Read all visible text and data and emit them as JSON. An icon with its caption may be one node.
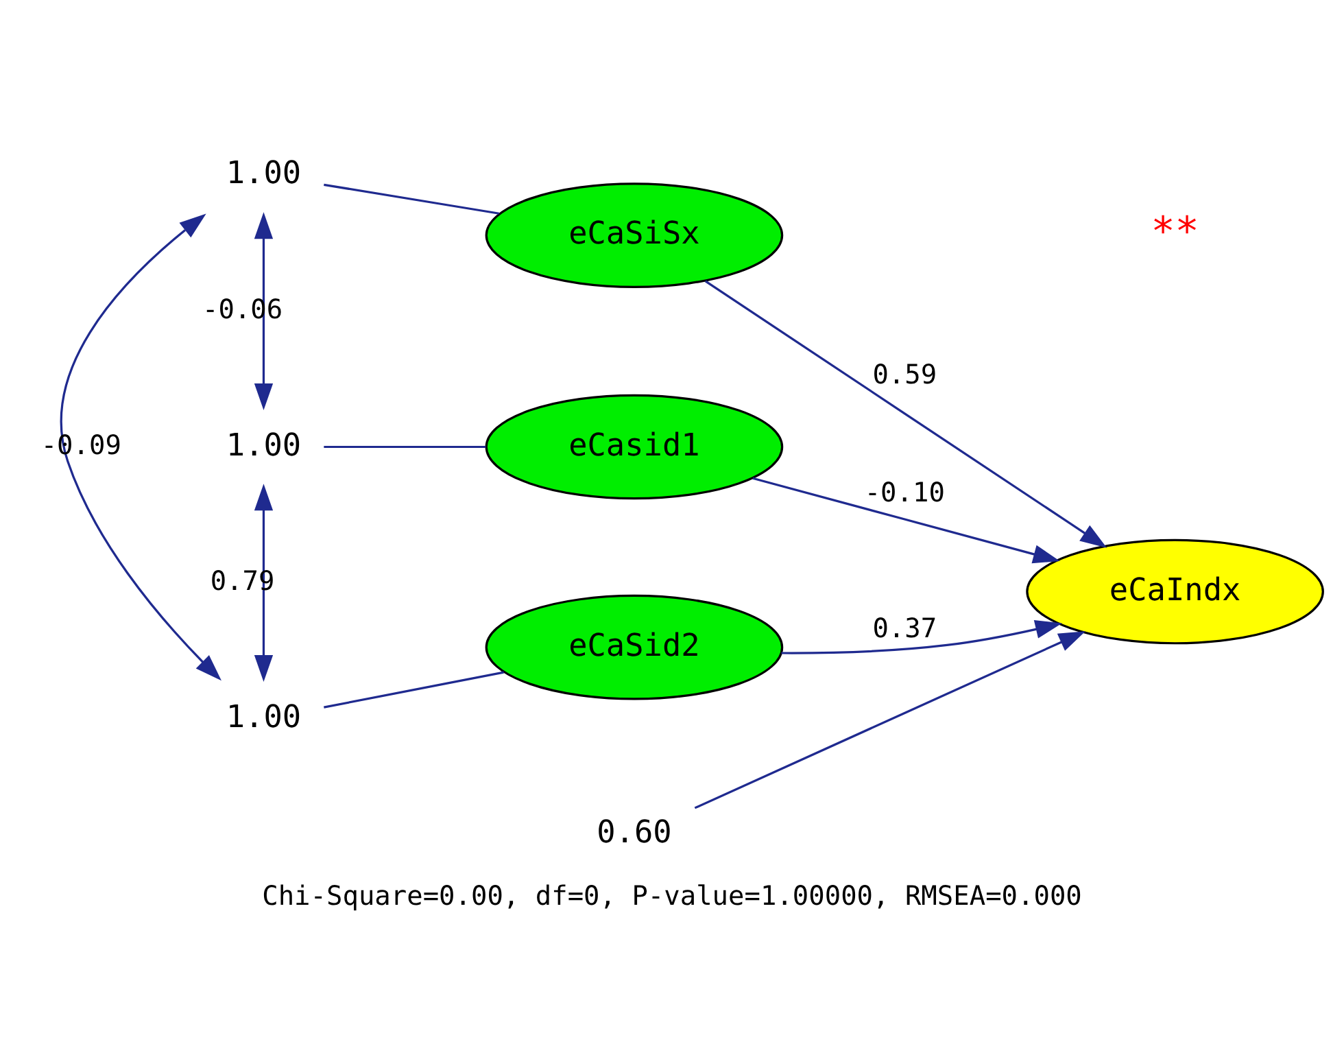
{
  "diagram": {
    "caption": "Chi-Square=0.00, df=0, P-value=1.00000, RMSEA=0.000",
    "nodes": [
      {
        "text": [
          "1.00"
        ]
      },
      {
        "text": [
          "eCaSiSx"
        ]
      },
      {
        "text": [
          "1.00"
        ]
      },
      {
        "text": [
          "eCasid1"
        ]
      },
      {
        "text": [
          "1.00"
        ]
      },
      {
        "text": [
          "eCaSid2"
        ]
      },
      {
        "text": [
          "eCaIndx"
        ]
      },
      {
        "text": [
          "0.60"
        ]
      }
    ],
    "edges": [
      {
        "from": 0,
        "to": 1,
        "arrow": "none"
      },
      {
        "from": 2,
        "to": 3,
        "arrow": "none"
      },
      {
        "from": 4,
        "to": 5,
        "arrow": "none"
      },
      {
        "from": 0,
        "to": 2,
        "arrow": "both",
        "label": "-0.06"
      },
      {
        "from": 2,
        "to": 4,
        "arrow": "both",
        "label": "0.79"
      },
      {
        "from": 0,
        "to": 4,
        "arrow": "both",
        "label": "-0.09"
      },
      {
        "from": 1,
        "to": 6,
        "arrow": "to",
        "label": "0.59"
      },
      {
        "from": 3,
        "to": 6,
        "arrow": "to",
        "label": "-0.10"
      },
      {
        "from": 5,
        "to": 6,
        "arrow": "to",
        "label": "0.37"
      },
      {
        "from": 7,
        "to": 6,
        "arrow": "to"
      }
    ],
    "labels": [
      "**"
    ]
  }
}
